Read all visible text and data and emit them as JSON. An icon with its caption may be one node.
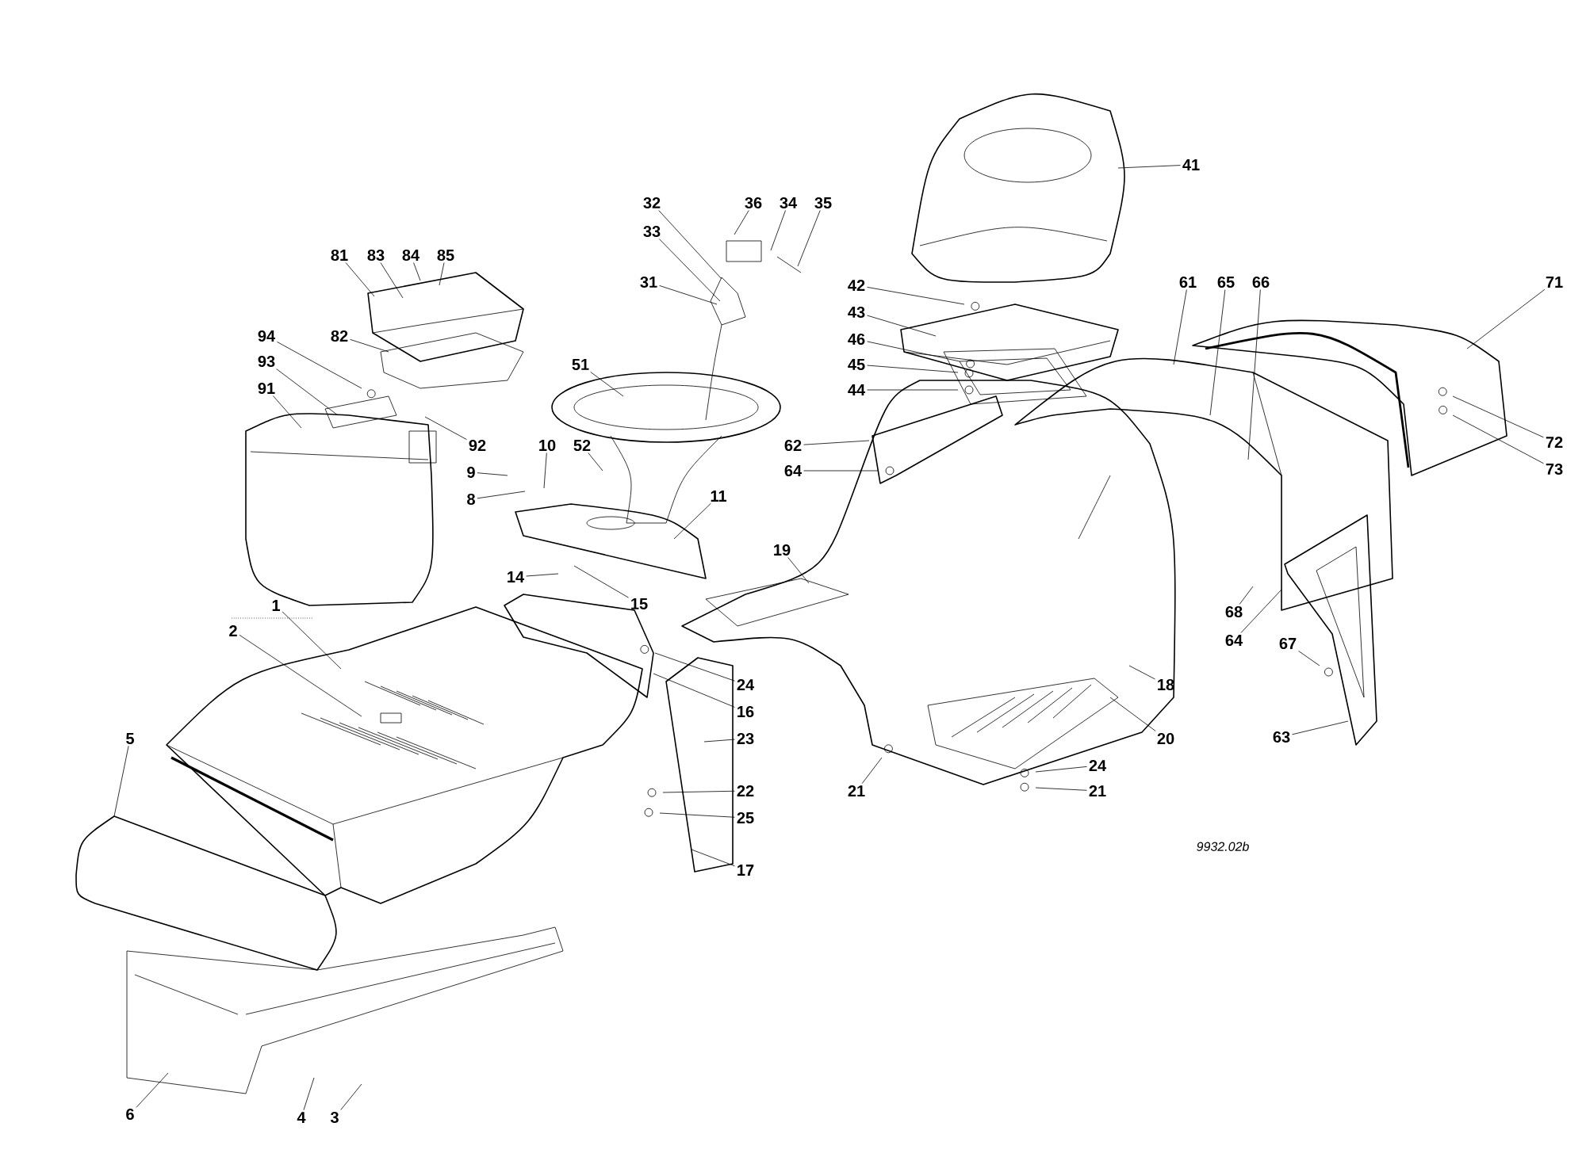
{
  "diagram": {
    "nodes": [
      {
        "text": [
          "41"
        ]
      },
      {
        "text": [
          "32"
        ]
      },
      {
        "text": [
          "36"
        ]
      },
      {
        "text": [
          "34"
        ]
      },
      {
        "text": [
          "35"
        ]
      },
      {
        "text": [
          "33"
        ]
      },
      {
        "text": [
          "81"
        ]
      },
      {
        "text": [
          "83"
        ]
      },
      {
        "text": [
          "84"
        ]
      },
      {
        "text": [
          "85"
        ]
      },
      {
        "text": [
          "31"
        ]
      },
      {
        "text": [
          "61"
        ]
      },
      {
        "text": [
          "65"
        ]
      },
      {
        "text": [
          "66"
        ]
      },
      {
        "text": [
          "71"
        ]
      },
      {
        "text": [
          "42"
        ]
      },
      {
        "text": [
          "43"
        ]
      },
      {
        "text": [
          "82"
        ]
      },
      {
        "text": [
          "94"
        ]
      },
      {
        "text": [
          "46"
        ]
      },
      {
        "text": [
          "93"
        ]
      },
      {
        "text": [
          "51"
        ]
      },
      {
        "text": [
          "45"
        ]
      },
      {
        "text": [
          "91"
        ]
      },
      {
        "text": [
          "44"
        ]
      },
      {
        "text": [
          "72"
        ]
      },
      {
        "text": [
          "92"
        ]
      },
      {
        "text": [
          "10"
        ]
      },
      {
        "text": [
          "52"
        ]
      },
      {
        "text": [
          "62"
        ]
      },
      {
        "text": [
          "73"
        ]
      },
      {
        "text": [
          "9"
        ]
      },
      {
        "text": [
          "64"
        ]
      },
      {
        "text": [
          "11"
        ]
      },
      {
        "text": [
          "8"
        ]
      },
      {
        "text": [
          "19"
        ]
      },
      {
        "text": [
          "14"
        ]
      },
      {
        "text": [
          "15"
        ]
      },
      {
        "text": [
          "1"
        ]
      },
      {
        "text": [
          "68"
        ]
      },
      {
        "text": [
          "2"
        ]
      },
      {
        "text": [
          "64"
        ]
      },
      {
        "text": [
          "67"
        ]
      },
      {
        "text": [
          "24"
        ]
      },
      {
        "text": [
          "18"
        ]
      },
      {
        "text": [
          "16"
        ]
      },
      {
        "text": [
          "5"
        ]
      },
      {
        "text": [
          "23"
        ]
      },
      {
        "text": [
          "20"
        ]
      },
      {
        "text": [
          "63"
        ]
      },
      {
        "text": [
          "24"
        ]
      },
      {
        "text": [
          "22"
        ]
      },
      {
        "text": [
          "21"
        ]
      },
      {
        "text": [
          "21"
        ]
      },
      {
        "text": [
          "25"
        ]
      },
      {
        "text": [
          "17"
        ]
      },
      {
        "text": [
          "6"
        ]
      },
      {
        "text": [
          "4"
        ]
      },
      {
        "text": [
          "3"
        ]
      }
    ],
    "edges": [
      {
        "from": 0,
        "to": null,
        "arrow": "none"
      },
      {
        "from": 1,
        "to": null,
        "arrow": "none"
      },
      {
        "from": 2,
        "to": null,
        "arrow": "none"
      },
      {
        "from": 3,
        "to": null,
        "arrow": "none"
      },
      {
        "from": 4,
        "to": null,
        "arrow": "none"
      },
      {
        "from": 5,
        "to": null,
        "arrow": "none"
      },
      {
        "from": 6,
        "to": null,
        "arrow": "none"
      },
      {
        "from": 7,
        "to": null,
        "arrow": "none"
      },
      {
        "from": 8,
        "to": null,
        "arrow": "none"
      },
      {
        "from": 9,
        "to": null,
        "arrow": "none"
      },
      {
        "from": 10,
        "to": null,
        "arrow": "none"
      },
      {
        "from": 11,
        "to": null,
        "arrow": "none"
      },
      {
        "from": 12,
        "to": null,
        "arrow": "none"
      },
      {
        "from": 13,
        "to": null,
        "arrow": "none"
      },
      {
        "from": 14,
        "to": null,
        "arrow": "none"
      },
      {
        "from": 15,
        "to": null,
        "arrow": "none"
      },
      {
        "from": 16,
        "to": null,
        "arrow": "none"
      },
      {
        "from": 17,
        "to": null,
        "arrow": "none"
      },
      {
        "from": 18,
        "to": null,
        "arrow": "none"
      },
      {
        "from": 19,
        "to": null,
        "arrow": "none"
      },
      {
        "from": 20,
        "to": null,
        "arrow": "none"
      },
      {
        "from": 21,
        "to": null,
        "arrow": "none"
      },
      {
        "from": 22,
        "to": null,
        "arrow": "none"
      },
      {
        "from": 23,
        "to": null,
        "arrow": "none"
      },
      {
        "from": 24,
        "to": null,
        "arrow": "none"
      },
      {
        "from": 25,
        "to": null,
        "arrow": "none"
      },
      {
        "from": 26,
        "to": null,
        "arrow": "none"
      },
      {
        "from": 27,
        "to": null,
        "arrow": "none"
      },
      {
        "from": 28,
        "to": null,
        "arrow": "none"
      },
      {
        "from": 29,
        "to": null,
        "arrow": "none"
      },
      {
        "from": 30,
        "to": null,
        "arrow": "none"
      },
      {
        "from": 31,
        "to": null,
        "arrow": "none"
      },
      {
        "from": 32,
        "to": null,
        "arrow": "none"
      },
      {
        "from": 33,
        "to": null,
        "arrow": "none"
      },
      {
        "from": 34,
        "to": null,
        "arrow": "none"
      },
      {
        "from": 35,
        "to": null,
        "arrow": "none"
      },
      {
        "from": 36,
        "to": null,
        "arrow": "none"
      },
      {
        "from": 37,
        "to": null,
        "arrow": "none"
      },
      {
        "from": 38,
        "to": null,
        "arrow": "none"
      },
      {
        "from": 39,
        "to": null,
        "arrow": "none"
      },
      {
        "from": 40,
        "to": null,
        "arrow": "none"
      },
      {
        "from": 41,
        "to": null,
        "arrow": "none"
      },
      {
        "from": 42,
        "to": null,
        "arrow": "none"
      },
      {
        "from": 43,
        "to": null,
        "arrow": "none"
      },
      {
        "from": 44,
        "to": null,
        "arrow": "none"
      },
      {
        "from": 45,
        "to": null,
        "arrow": "none"
      },
      {
        "from": 46,
        "to": null,
        "arrow": "none"
      },
      {
        "from": 47,
        "to": null,
        "arrow": "none"
      },
      {
        "from": 48,
        "to": null,
        "arrow": "none"
      },
      {
        "from": 49,
        "to": null,
        "arrow": "none"
      },
      {
        "from": 50,
        "to": null,
        "arrow": "none"
      },
      {
        "from": 51,
        "to": null,
        "arrow": "none"
      },
      {
        "from": 52,
        "to": null,
        "arrow": "none"
      },
      {
        "from": 53,
        "to": null,
        "arrow": "none"
      },
      {
        "from": 54,
        "to": null,
        "arrow": "none"
      },
      {
        "from": 55,
        "to": null,
        "arrow": "none"
      },
      {
        "from": 56,
        "to": null,
        "arrow": "none"
      },
      {
        "from": 57,
        "to": null,
        "arrow": "none"
      },
      {
        "from": 58,
        "to": null,
        "arrow": "none"
      }
    ],
    "labels": [
      "9932.02b"
    ]
  }
}
